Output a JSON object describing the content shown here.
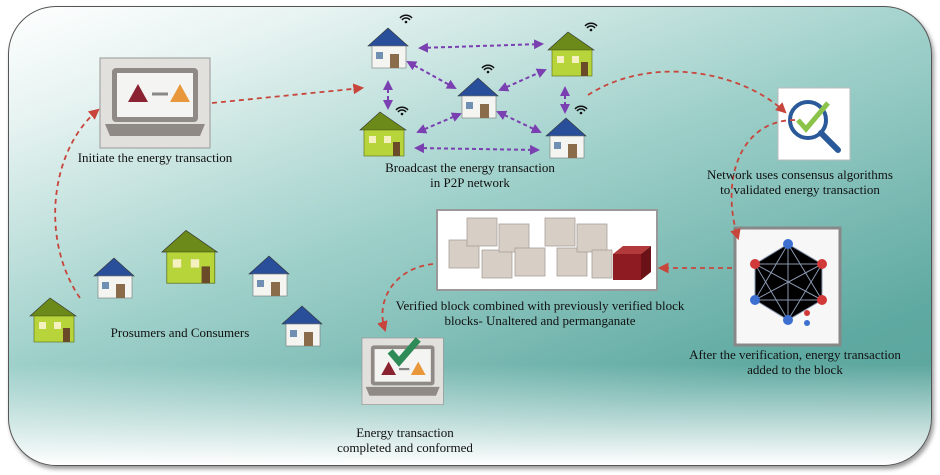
{
  "labels": {
    "initiate": "Initiate the energy transaction",
    "broadcast_1": "Broadcast the energy transaction",
    "broadcast_2": "in P2P network",
    "consensus_1": "Network uses consensus algorithms",
    "consensus_2": "to validated  energy transaction",
    "verification_1": "After the verification, energy transaction",
    "verification_2": "added to the block",
    "combined_1": "Verified block combined with previously verified block",
    "combined_2": "blocks- Unaltered and permanganate",
    "completed_1": "Energy transaction",
    "completed_2": "completed and conformed",
    "prosumers": "Prosumers and Consumers"
  },
  "colors": {
    "flow_arrow": "#c8453c",
    "p2p_arrow": "#7a3fb0",
    "check": "#2e8b57",
    "triangle_from": "#8b2232",
    "triangle_to": "#e8973a",
    "new_block": "#8e1b22",
    "node_red": "#d23a3a",
    "node_blue": "#3c6fd0"
  },
  "icons": [
    "laptop-transaction-icon",
    "house-solar-icon",
    "wifi-icon",
    "consensus-search-check-icon",
    "network-graph-icon",
    "block-chain-cubes-icon",
    "laptop-check-icon"
  ]
}
